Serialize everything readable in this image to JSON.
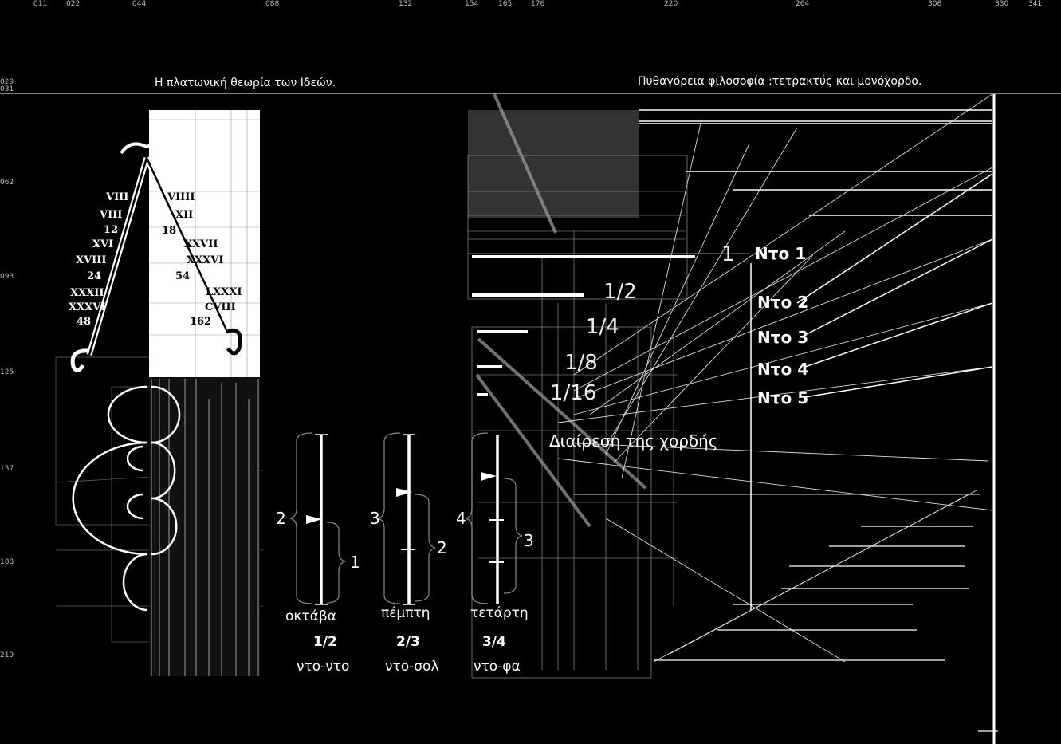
{
  "ruler": {
    "top": [
      "011",
      "022",
      "044",
      "088",
      "132",
      "154",
      "165",
      "176",
      "220",
      "264",
      "308",
      "330",
      "341"
    ],
    "left": [
      "029",
      "031",
      "062",
      "093",
      "125",
      "157",
      "188",
      "219"
    ]
  },
  "titles": {
    "left": "Η πλατωνική θεωρία των Ιδεών.",
    "right": "Πυθαγόρεια φιλοσοφία :τετρακτύς και μονόχορδο."
  },
  "lambdoma": {
    "left_arm": [
      "VIII",
      "VIII",
      "12",
      "XVI",
      "XVIII",
      "24",
      "XXXII",
      "XXXVI",
      "48"
    ],
    "right_arm": [
      "VIIII",
      "XII",
      "18",
      "XXVII",
      "XXXVI",
      "54",
      "LXXXI",
      "CVIII",
      "162"
    ]
  },
  "fractions": [
    "1",
    "1/2",
    "1/4",
    "1/8",
    "1/16"
  ],
  "notes": [
    "Ντο 1",
    "Ντο 2",
    "Ντο 3",
    "Ντο 4",
    "Ντο 5"
  ],
  "chord_caption": "Διαίρεση της χορδής",
  "intervals": [
    {
      "big": "2",
      "small": "1",
      "name": "οκτάβα",
      "ratio": "1/2",
      "pair": "ντο-ντο"
    },
    {
      "big": "3",
      "small": "2",
      "name": "πέμπτη",
      "ratio": "2/3",
      "pair": "ντο-σολ"
    },
    {
      "big": "4",
      "small": "3",
      "name": "τετάρτη",
      "ratio": "3/4",
      "pair": "ντο-φα"
    }
  ]
}
